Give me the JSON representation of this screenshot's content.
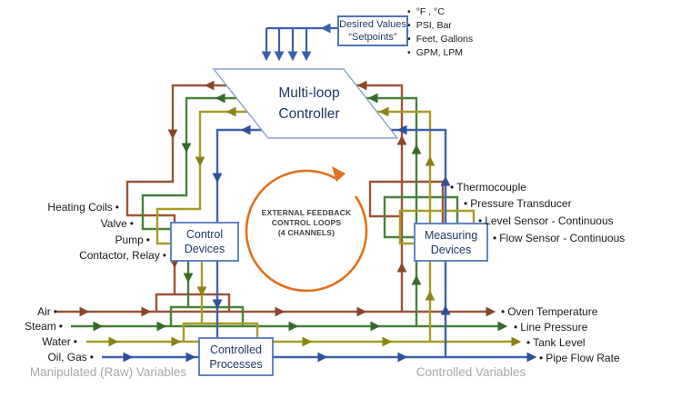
{
  "ui": {
    "bullet": "•"
  },
  "setpoints": {
    "box_line1": "Desired Values",
    "box_line2": "“Setpoints”",
    "units": [
      "°F , °C",
      "PSI, Bar",
      "Feet, Gallons",
      "GPM, LPM"
    ]
  },
  "controller": {
    "line1": "Multi-loop",
    "line2": "Controller"
  },
  "center_loop": {
    "line1": "EXTERNAL FEEDBACK",
    "line2": "CONTROL LOOPS",
    "line3": "(4 CHANNELS)"
  },
  "boxes": {
    "control_devices": {
      "line1": "Control",
      "line2": "Devices"
    },
    "measuring_devices": {
      "line1": "Measuring",
      "line2": "Devices"
    },
    "controlled_processes": {
      "line1": "Controlled",
      "line2": "Processes"
    }
  },
  "control_device_labels": [
    "Heating Coils",
    "Valve",
    "Pump",
    "Contactor, Relay"
  ],
  "measuring_device_labels": [
    "Thermocouple",
    "Pressure Transducer",
    "Level Sensor - Continuous",
    "Flow Sensor  - Continuous"
  ],
  "inputs": [
    "Air",
    "Steam",
    "Water",
    "Oil, Gas"
  ],
  "outputs": [
    "Oven Temperature",
    "Line Pressure",
    "Tank Level",
    "Pipe Flow Rate"
  ],
  "captions": {
    "left": "Manipulated (Raw) Variables",
    "right": "Controlled Variables"
  },
  "colors": {
    "temperature_channel": "#9d5535",
    "pressure_channel": "#47823a",
    "level_channel": "#a89b25",
    "flow_channel": "#3f63ae",
    "setpoint_arrows": "#3a5fac",
    "loop_arrow": "#e2701c",
    "box_border": "#5379be",
    "title_text": "#1f3864",
    "caption_gray": "#a8a8a8"
  }
}
